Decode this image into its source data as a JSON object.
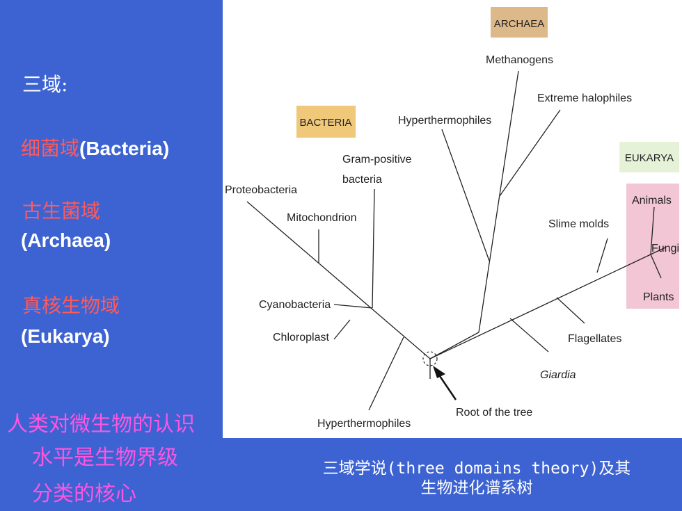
{
  "left": {
    "heading": "三域:",
    "bacteria_cn": "细菌域",
    "bacteria_en": "(Bacteria)",
    "archaea_cn": "古生菌域",
    "archaea_en": "(Archaea)",
    "eukarya_cn": "真核生物域",
    "eukarya_en": "(Eukarya)",
    "note_line1": "人类对微生物的认识",
    "note_line2": "水平是生物界级",
    "note_line3": "分类的核心"
  },
  "caption": {
    "line1": "三域学说(three domains theory)及其",
    "line2": "生物进化谱系树"
  },
  "diagram": {
    "domains": {
      "archaea": "ARCHAEA",
      "bacteria": "BACTERIA",
      "eukarya": "EUKARYA"
    },
    "labels": {
      "methanogens": "Methanogens",
      "extreme_halophiles": "Extreme halophiles",
      "hyperthermophiles_top": "Hyperthermophiles",
      "gram_positive_1": "Gram-positive",
      "gram_positive_2": "bacteria",
      "proteobacteria": "Proteobacteria",
      "mitochondrion": "Mitochondrion",
      "cyanobacteria": "Cyanobacteria",
      "chloroplast": "Chloroplast",
      "hyperthermophiles_bottom": "Hyperthermophiles",
      "root": "Root of the tree",
      "slime_molds": "Slime molds",
      "animals": "Animals",
      "fungi": "Fungi",
      "plants": "Plants",
      "flagellates": "Flagellates",
      "giardia": "Giardia"
    },
    "colors": {
      "archaea_box": "#ddb98a",
      "bacteria_box": "#f0c87a",
      "eukarya_box": "#e6f2d8",
      "eukarya_group": "#f2c6d4"
    }
  }
}
